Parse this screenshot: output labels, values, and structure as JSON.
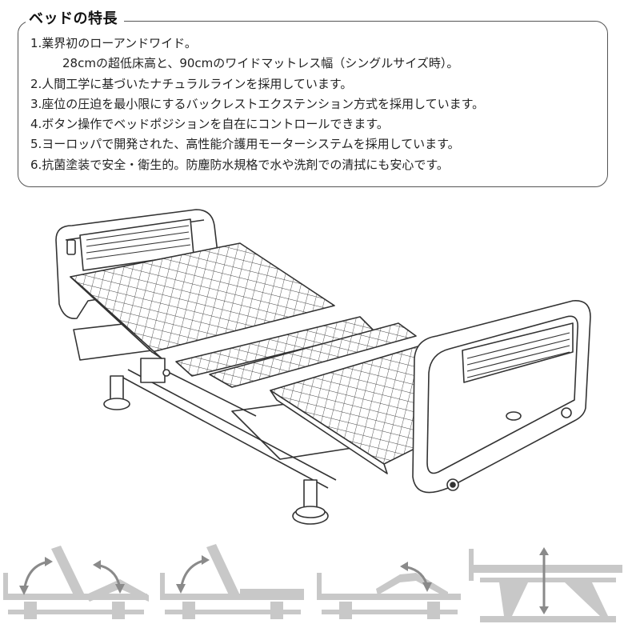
{
  "features": {
    "title": "ベッドの特長",
    "items": [
      "1.業界初のローアンドワイド。",
      "28cmの超低床高と、90cmのワイドマットレス幅（シングルサイズ時）。",
      "2.人間工学に基づいたナチュラルラインを採用しています。",
      "3.座位の圧迫を最小限にするバックレストエクステンション方式を採用しています。",
      "4.ボタン操作でベッドポジションを自在にコントロールできます。",
      "5.ヨーロッパで開発された、高性能介護用モーターシステムを採用しています。",
      "6.抗菌塗装で安全・衛生的。防塵防水規格で水や洗剤での清拭にも安心です。"
    ]
  },
  "colors": {
    "line": "#333333",
    "border": "#555555",
    "diagram_gray": "#c8c8c8",
    "arrow_gray": "#8a8a8a"
  }
}
